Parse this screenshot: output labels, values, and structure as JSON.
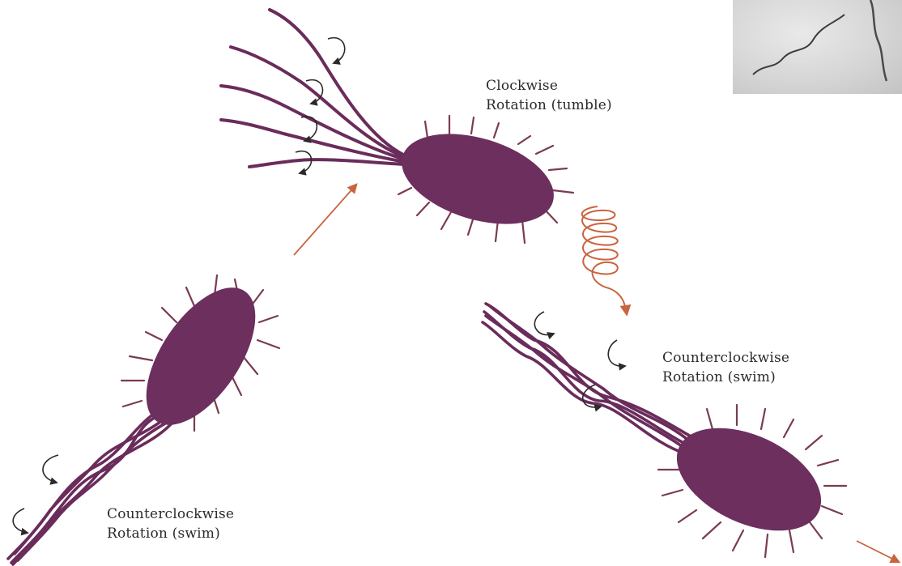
{
  "labels": {
    "top": {
      "line1": "Clockwise",
      "line2": "Rotation (tumble)"
    },
    "right": {
      "line1": "Counterclockwise",
      "line2": "Rotation (swim)"
    },
    "bottom": {
      "line1": "Counterclockwise",
      "line2": "Rotation (swim)"
    }
  },
  "colors": {
    "cell": "#6c2f5e",
    "flagella": "#6a2c5b",
    "pili": "#7a3b52",
    "path_arrow": "#c8643e",
    "rotation_arrow": "#2a2a2a"
  },
  "micrograph": {
    "icon": "bacterium-micrograph-image"
  }
}
